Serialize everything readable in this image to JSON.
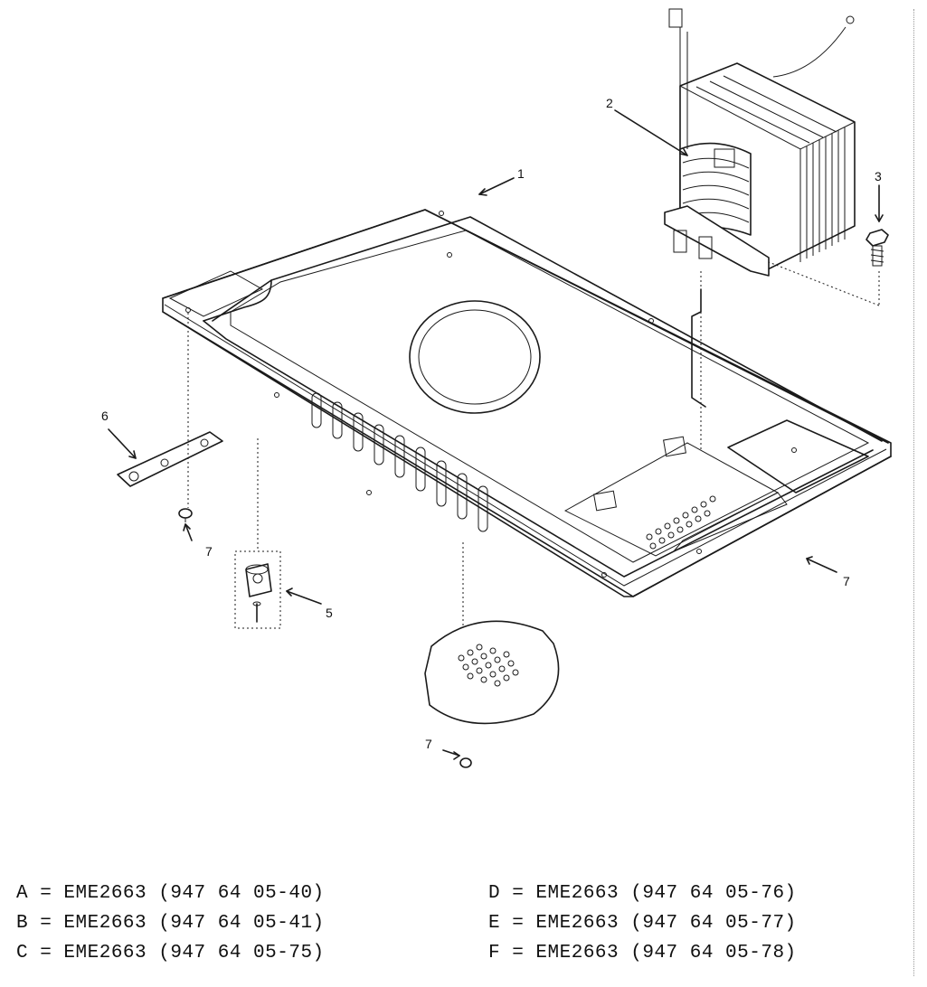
{
  "diagram": {
    "callouts": [
      {
        "id": "c1",
        "label": "1"
      },
      {
        "id": "c2",
        "label": "2"
      },
      {
        "id": "c3",
        "label": "3"
      },
      {
        "id": "c5",
        "label": "5"
      },
      {
        "id": "c6",
        "label": "6"
      },
      {
        "id": "c7a",
        "label": "7"
      },
      {
        "id": "c7b",
        "label": "7"
      },
      {
        "id": "c7c",
        "label": "7"
      }
    ]
  },
  "models": [
    {
      "code": "A",
      "line": "A = EME2663 (947 64 05-40)"
    },
    {
      "code": "B",
      "line": "B = EME2663 (947 64 05-41)"
    },
    {
      "code": "C",
      "line": "C = EME2663 (947 64 05-75)"
    },
    {
      "code": "D",
      "line": "D = EME2663 (947 64 05-76)"
    },
    {
      "code": "E",
      "line": "E = EME2663 (947 64 05-77)"
    },
    {
      "code": "F",
      "line": "F = EME2663 (947 64 05-78)"
    }
  ]
}
